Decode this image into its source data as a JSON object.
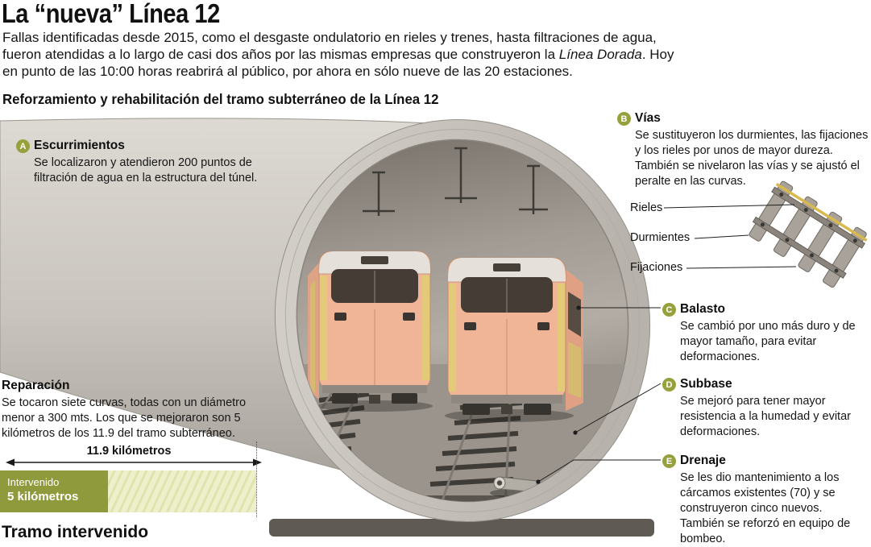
{
  "header": {
    "title": "La “nueva” Línea 12",
    "intro_part1": "Fallas identificadas desde 2015, como el desgaste ondulatorio en rieles y trenes, hasta filtraciones de agua, fueron atendidas a lo largo de casi dos años por las mismas empresas que construyeron la ",
    "intro_italic": "Línea Dorada",
    "intro_part2": ". Hoy en punto de las 10:00 horas reabrirá al público, por ahora en sólo nueve de las 20 estaciones.",
    "subtitle": "Reforzamiento y rehabilitación del tramo subterráneo de la Línea 12"
  },
  "annotations": [
    {
      "letter": "A",
      "title": "Escurrimientos",
      "text": "Se localizaron y atendieron 200 puntos de filtración de agua en la estructura del túnel."
    },
    {
      "letter": "B",
      "title": "Vías",
      "text": "Se sustituyeron los durmientes, las fijaciones y los rieles por unos de mayor dureza. También se nivelaron las vías y se ajustó el peralte en las curvas."
    },
    {
      "letter": "C",
      "title": "Balasto",
      "text": "Se cambió por uno más duro y de mayor tamaño, para evitar deformaciones."
    },
    {
      "letter": "D",
      "title": "Subbase",
      "text": "Se mejoró para tener mayor resistencia a la humedad y evitar deformaciones."
    },
    {
      "letter": "E",
      "title": "Drenaje",
      "text": "Se les dio mantenimiento a los cárcamos existentes (70) y se construyeron cinco nuevos. También se reforzó en equipo de bombeo."
    }
  ],
  "rail_detail": {
    "labels": [
      "Rieles",
      "Durmientes",
      "Fijaciones"
    ]
  },
  "repair": {
    "title": "Reparación",
    "text": "Se tocaron siete curvas, todas con un diámetro menor a 300 mts. Los que se mejoraron son 5 kilómetros de los 11.9 del tramo subterráneo."
  },
  "measurement": {
    "length_label": "11.9 kilómetros",
    "intervened_label": "Intervenido",
    "intervened_value": "5 kilómetros"
  },
  "footer": {
    "section_title": "Tramo intervenido"
  },
  "colors": {
    "accent_olive": "#96a03c",
    "bar_olive": "#8f9a3c",
    "bar_stripe_light": "#eef0cc",
    "train_body": "#f0b497",
    "train_stripe": "#e3ca78",
    "tunnel_gray": "#c6c2bb",
    "interior_dark": "#5b564f"
  }
}
